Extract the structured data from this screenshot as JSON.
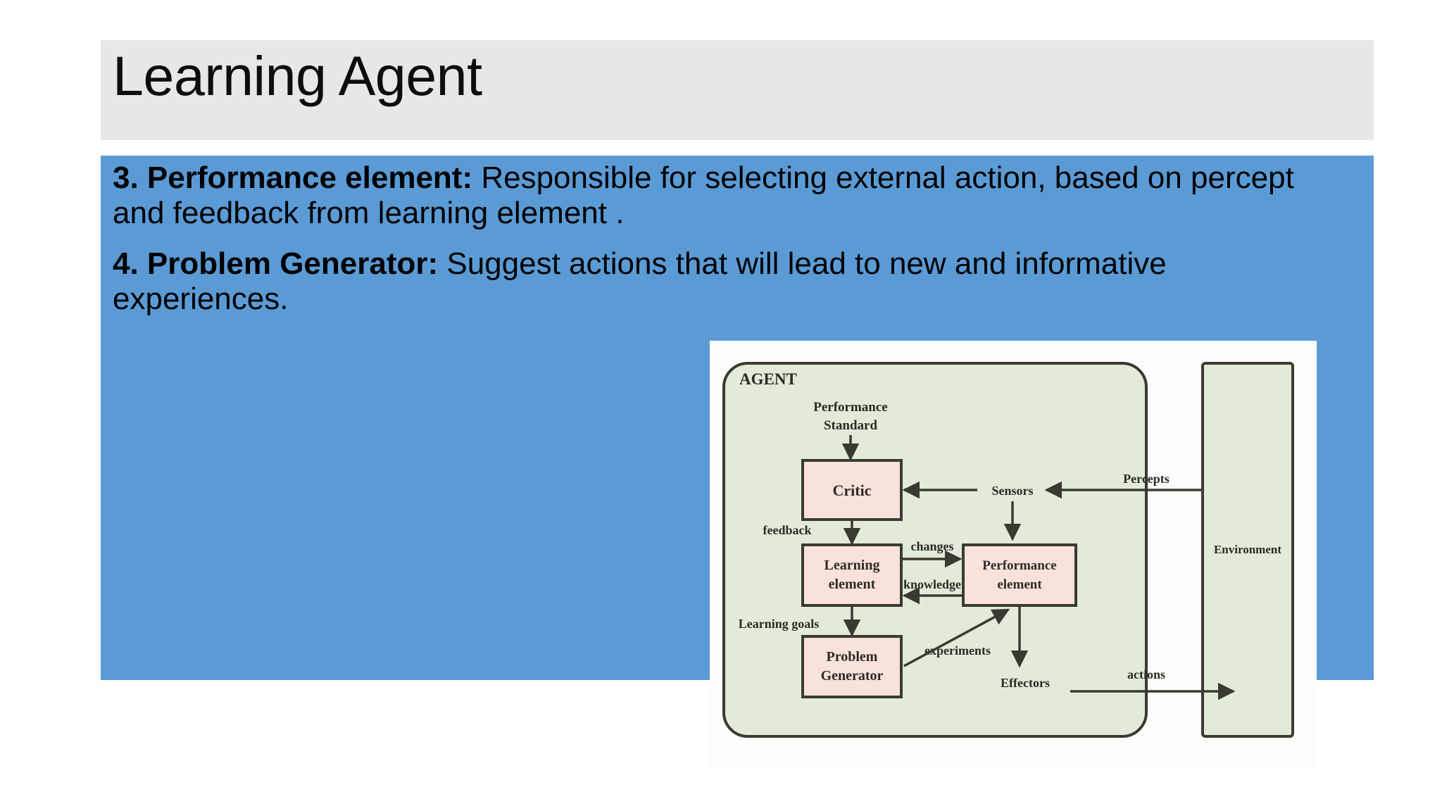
{
  "slide": {
    "title": "Learning Agent",
    "banner_color": "#e7e7e7",
    "panel_color": "#5b9bd5"
  },
  "body": {
    "paragraphs": [
      {
        "lead": "3. Performance element:",
        "rest": " Responsible for selecting external action, based on percept and feedback from learning element ."
      },
      {
        "lead": "4. Problem Generator:",
        "rest": " Suggest actions that will lead to new and informative experiences."
      }
    ]
  },
  "diagram": {
    "agent_label": "AGENT",
    "environment_label": "Environment",
    "boxes": [
      {
        "id": "critic",
        "label_line1": "Critic",
        "label_line2": ""
      },
      {
        "id": "learning-element",
        "label_line1": "Learning",
        "label_line2": "element"
      },
      {
        "id": "performance-element",
        "label_line1": "Performance",
        "label_line2": "element"
      },
      {
        "id": "problem-generator",
        "label_line1": "Problem",
        "label_line2": "Generator"
      }
    ],
    "labels": {
      "performance_standard_line1": "Performance",
      "performance_standard_line2": "Standard",
      "feedback": "feedback",
      "changes": "changes",
      "knowledge": "knowledge",
      "learning_goals": "Learning goals",
      "experiments": "experiments",
      "sensors": "Sensors",
      "percepts": "Percepts",
      "effectors": "Effectors",
      "actions": "actions"
    },
    "colors": {
      "agent_fill": "#e2ead9",
      "box_fill": "#f9e2dc",
      "stroke": "#3a3a32",
      "environment_fill": "#e2ead9"
    }
  }
}
